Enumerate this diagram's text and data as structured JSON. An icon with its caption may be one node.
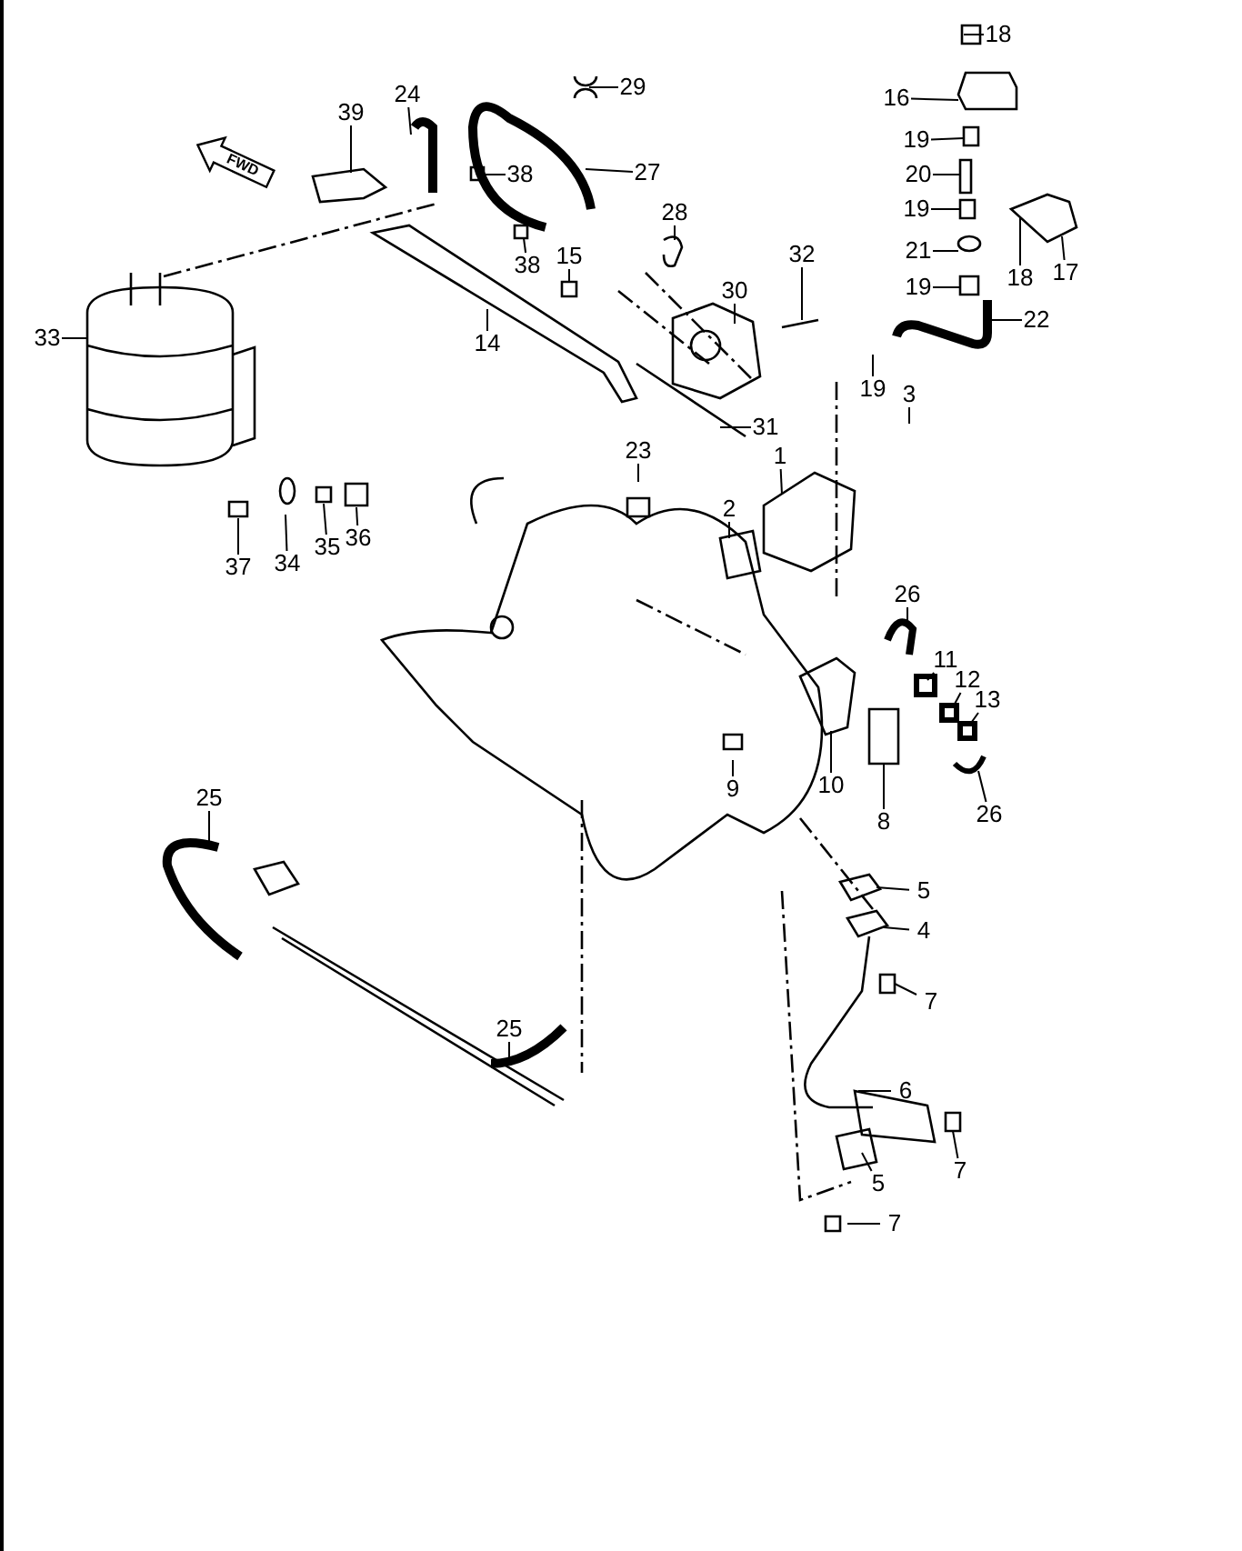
{
  "diagram": {
    "nodes": [
      {
        "text": [
          "18"
        ]
      },
      {
        "text": [
          "16"
        ]
      },
      {
        "text": [
          "19"
        ]
      },
      {
        "text": [
          "20"
        ]
      },
      {
        "text": [
          "19"
        ]
      },
      {
        "text": [
          "21"
        ]
      },
      {
        "text": [
          "19"
        ]
      },
      {
        "text": [
          "22"
        ]
      },
      {
        "text": [
          "18"
        ]
      },
      {
        "text": [
          "17"
        ]
      },
      {
        "text": [
          "29"
        ]
      },
      {
        "text": [
          "24"
        ]
      },
      {
        "text": [
          "39"
        ]
      },
      {
        "text": [
          "38"
        ]
      },
      {
        "text": [
          "27"
        ]
      },
      {
        "text": [
          "28"
        ]
      },
      {
        "text": [
          "38"
        ]
      },
      {
        "text": [
          "15"
        ]
      },
      {
        "text": [
          "14"
        ]
      },
      {
        "text": [
          "32"
        ]
      },
      {
        "text": [
          "30"
        ]
      },
      {
        "text": [
          "33"
        ]
      },
      {
        "text": [
          "31"
        ]
      },
      {
        "text": [
          "19"
        ]
      },
      {
        "text": [
          "3"
        ]
      },
      {
        "text": [
          "23"
        ]
      },
      {
        "text": [
          "1"
        ]
      },
      {
        "text": [
          "2"
        ]
      },
      {
        "text": [
          "37"
        ]
      },
      {
        "text": [
          "34"
        ]
      },
      {
        "text": [
          "35"
        ]
      },
      {
        "text": [
          "36"
        ]
      },
      {
        "text": [
          "26"
        ]
      },
      {
        "text": [
          "11"
        ]
      },
      {
        "text": [
          "12"
        ]
      },
      {
        "text": [
          "13"
        ]
      },
      {
        "text": [
          "9"
        ]
      },
      {
        "text": [
          "10"
        ]
      },
      {
        "text": [
          "8"
        ]
      },
      {
        "text": [
          "26"
        ]
      },
      {
        "text": [
          "25"
        ]
      },
      {
        "text": [
          "5"
        ]
      },
      {
        "text": [
          "4"
        ]
      },
      {
        "text": [
          "7"
        ]
      },
      {
        "text": [
          "25"
        ]
      },
      {
        "text": [
          "6"
        ]
      },
      {
        "text": [
          "7"
        ]
      },
      {
        "text": [
          "5"
        ]
      },
      {
        "text": [
          "7"
        ]
      }
    ],
    "edges": [
      {
        "from": 0,
        "to": null,
        "arrow": "none"
      },
      {
        "from": 1,
        "to": null,
        "arrow": "none"
      },
      {
        "from": 2,
        "to": null,
        "arrow": "none"
      },
      {
        "from": 3,
        "to": null,
        "arrow": "none"
      },
      {
        "from": 4,
        "to": null,
        "arrow": "none"
      },
      {
        "from": 5,
        "to": null,
        "arrow": "none"
      },
      {
        "from": 6,
        "to": null,
        "arrow": "none"
      },
      {
        "from": 7,
        "to": null,
        "arrow": "none"
      },
      {
        "from": 8,
        "to": null,
        "arrow": "none"
      },
      {
        "from": 9,
        "to": null,
        "arrow": "none"
      },
      {
        "from": 10,
        "to": null,
        "arrow": "none"
      },
      {
        "from": 11,
        "to": null,
        "arrow": "none"
      },
      {
        "from": 12,
        "to": null,
        "arrow": "none"
      },
      {
        "from": 13,
        "to": null,
        "arrow": "none"
      },
      {
        "from": 14,
        "to": null,
        "arrow": "none"
      },
      {
        "from": 15,
        "to": null,
        "arrow": "none"
      },
      {
        "from": 16,
        "to": null,
        "arrow": "none"
      },
      {
        "from": 17,
        "to": null,
        "arrow": "none"
      },
      {
        "from": 18,
        "to": null,
        "arrow": "none"
      },
      {
        "from": 19,
        "to": null,
        "arrow": "none"
      },
      {
        "from": 20,
        "to": null,
        "arrow": "none"
      },
      {
        "from": 21,
        "to": null,
        "arrow": "none"
      },
      {
        "from": 22,
        "to": null,
        "arrow": "none"
      },
      {
        "from": 23,
        "to": null,
        "arrow": "none"
      },
      {
        "from": 24,
        "to": null,
        "arrow": "none"
      },
      {
        "from": 25,
        "to": null,
        "arrow": "none"
      },
      {
        "from": 26,
        "to": null,
        "arrow": "none"
      },
      {
        "from": 27,
        "to": null,
        "arrow": "none"
      },
      {
        "from": 28,
        "to": null,
        "arrow": "none"
      },
      {
        "from": 29,
        "to": null,
        "arrow": "none"
      },
      {
        "from": 30,
        "to": null,
        "arrow": "none"
      },
      {
        "from": 31,
        "to": null,
        "arrow": "none"
      },
      {
        "from": 32,
        "to": null,
        "arrow": "none"
      },
      {
        "from": 33,
        "to": null,
        "arrow": "none"
      },
      {
        "from": 34,
        "to": null,
        "arrow": "none"
      },
      {
        "from": 35,
        "to": null,
        "arrow": "none"
      },
      {
        "from": 36,
        "to": null,
        "arrow": "none"
      },
      {
        "from": 37,
        "to": null,
        "arrow": "none"
      },
      {
        "from": 38,
        "to": null,
        "arrow": "none"
      },
      {
        "from": 39,
        "to": null,
        "arrow": "none"
      },
      {
        "from": 40,
        "to": null,
        "arrow": "none"
      },
      {
        "from": 41,
        "to": null,
        "arrow": "none"
      },
      {
        "from": 42,
        "to": null,
        "arrow": "none"
      },
      {
        "from": 43,
        "to": null,
        "arrow": "none"
      },
      {
        "from": 44,
        "to": null,
        "arrow": "none"
      },
      {
        "from": 45,
        "to": null,
        "arrow": "none"
      },
      {
        "from": 46,
        "to": null,
        "arrow": "none"
      },
      {
        "from": 47,
        "to": null,
        "arrow": "none"
      },
      {
        "from": 48,
        "to": null,
        "arrow": "none"
      }
    ],
    "labels": [
      "FWD"
    ]
  }
}
